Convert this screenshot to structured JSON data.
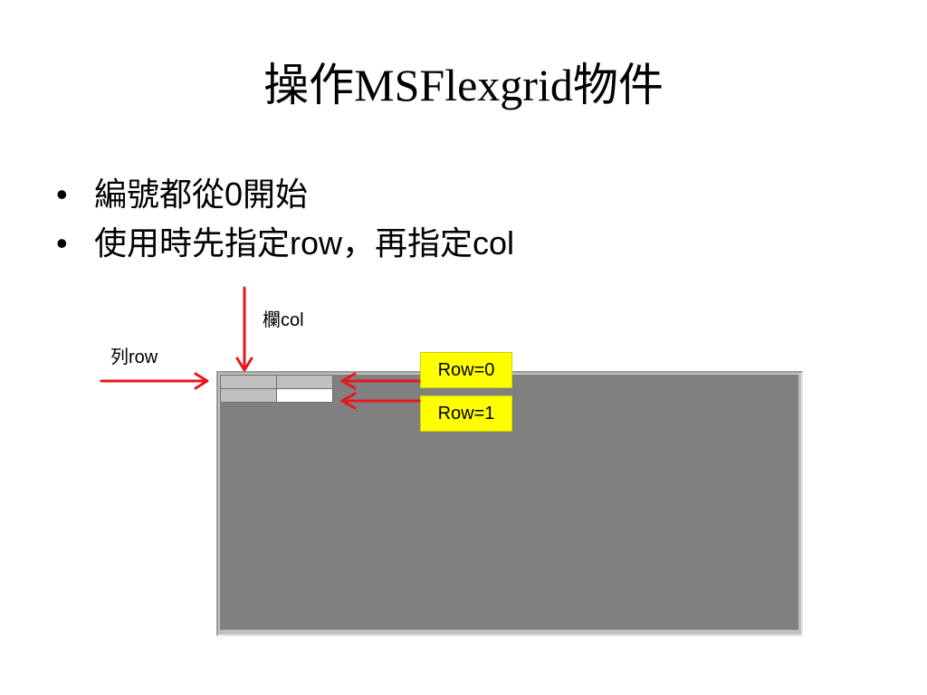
{
  "slide": {
    "title": "操作MSFlexgrid物件",
    "bullets": [
      {
        "marker": "•",
        "text": "編號都從0開始"
      },
      {
        "marker": "•",
        "text": "使用時先指定row，再指定col"
      }
    ]
  },
  "annotations": {
    "col_label": "欄col",
    "row_label": "列row",
    "row0_tag": "Row=0",
    "row1_tag": "Row=1"
  },
  "grid": {
    "rows": 2,
    "cols": 2,
    "fixed_rows": 1,
    "fixed_cols": 1
  },
  "colors": {
    "arrow": "#e8161b",
    "tag_background": "#ffff00",
    "grid_background": "#808080",
    "fixed_cell": "#c0c0c0",
    "normal_cell": "#ffffff"
  }
}
